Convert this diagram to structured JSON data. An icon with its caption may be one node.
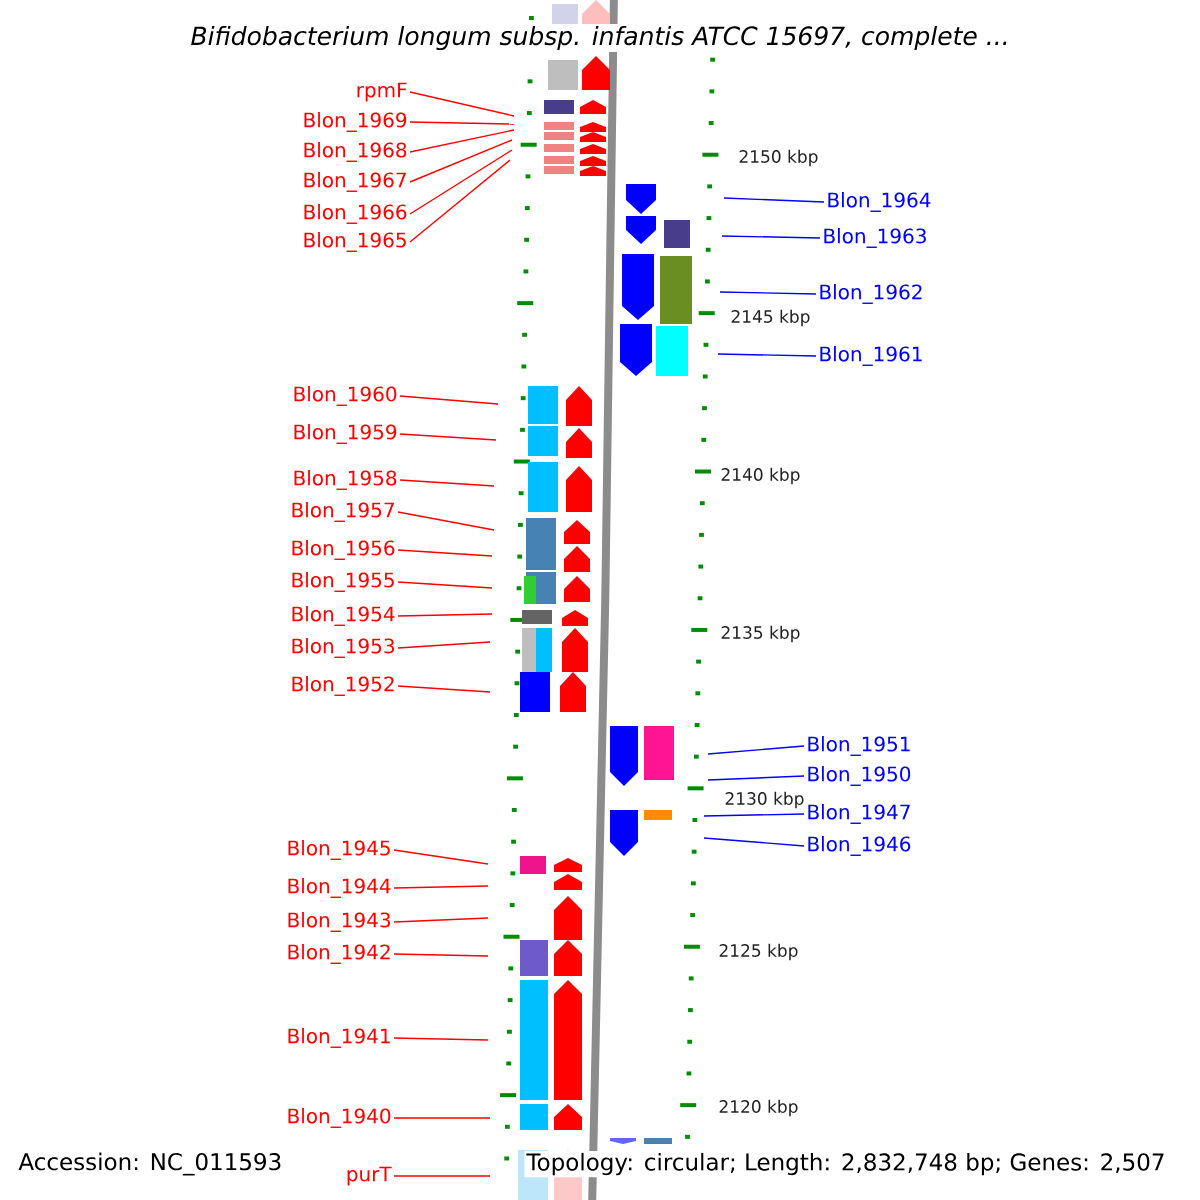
{
  "diagram": {
    "title": "Bifidobacterium longum subsp. infantis ATCC 15697, complete ...",
    "nodes": [
      {
        "text": [
          "rpmF"
        ]
      },
      {
        "text": [
          "Blon_1969"
        ]
      },
      {
        "text": [
          "Blon_1968"
        ]
      },
      {
        "text": [
          "Blon_1967"
        ]
      },
      {
        "text": [
          "Blon_1966"
        ]
      },
      {
        "text": [
          "Blon_1965"
        ]
      },
      {
        "text": [
          "Blon_1960"
        ]
      },
      {
        "text": [
          "Blon_1959"
        ]
      },
      {
        "text": [
          "Blon_1958"
        ]
      },
      {
        "text": [
          "Blon_1957"
        ]
      },
      {
        "text": [
          "Blon_1956"
        ]
      },
      {
        "text": [
          "Blon_1955"
        ]
      },
      {
        "text": [
          "Blon_1954"
        ]
      },
      {
        "text": [
          "Blon_1953"
        ]
      },
      {
        "text": [
          "Blon_1952"
        ]
      },
      {
        "text": [
          "Blon_1945"
        ]
      },
      {
        "text": [
          "Blon_1944"
        ]
      },
      {
        "text": [
          "Blon_1943"
        ]
      },
      {
        "text": [
          "Blon_1942"
        ]
      },
      {
        "text": [
          "Blon_1941"
        ]
      },
      {
        "text": [
          "Blon_1940"
        ]
      },
      {
        "text": [
          "purT"
        ]
      },
      {
        "text": [
          "Blon_1964"
        ]
      },
      {
        "text": [
          "Blon_1963"
        ]
      },
      {
        "text": [
          "Blon_1962"
        ]
      },
      {
        "text": [
          "Blon_1961"
        ]
      },
      {
        "text": [
          "Blon_1951"
        ]
      },
      {
        "text": [
          "Blon_1950"
        ]
      },
      {
        "text": [
          "Blon_1947"
        ]
      },
      {
        "text": [
          "Blon_1946"
        ]
      }
    ],
    "edges": [
      {
        "from": 0,
        "to": null,
        "arrow": "none"
      },
      {
        "from": 1,
        "to": null,
        "arrow": "none"
      },
      {
        "from": 2,
        "to": null,
        "arrow": "none"
      },
      {
        "from": 3,
        "to": null,
        "arrow": "none"
      },
      {
        "from": 4,
        "to": null,
        "arrow": "none"
      },
      {
        "from": 5,
        "to": null,
        "arrow": "none"
      },
      {
        "from": 6,
        "to": null,
        "arrow": "none"
      },
      {
        "from": 7,
        "to": null,
        "arrow": "none"
      },
      {
        "from": 8,
        "to": null,
        "arrow": "none"
      },
      {
        "from": 9,
        "to": null,
        "arrow": "none"
      },
      {
        "from": 10,
        "to": null,
        "arrow": "none"
      },
      {
        "from": 11,
        "to": null,
        "arrow": "none"
      },
      {
        "from": 12,
        "to": null,
        "arrow": "none"
      },
      {
        "from": 13,
        "to": null,
        "arrow": "none"
      },
      {
        "from": 14,
        "to": null,
        "arrow": "none"
      },
      {
        "from": 15,
        "to": null,
        "arrow": "none"
      },
      {
        "from": 16,
        "to": null,
        "arrow": "none"
      },
      {
        "from": 17,
        "to": null,
        "arrow": "none"
      },
      {
        "from": 18,
        "to": null,
        "arrow": "none"
      },
      {
        "from": 19,
        "to": null,
        "arrow": "none"
      },
      {
        "from": 20,
        "to": null,
        "arrow": "none"
      },
      {
        "from": 21,
        "to": null,
        "arrow": "none"
      },
      {
        "from": 22,
        "to": null,
        "arrow": "none",
        "color": "#0000ff"
      },
      {
        "from": 23,
        "to": null,
        "arrow": "none",
        "color": "#0000ff"
      },
      {
        "from": 24,
        "to": null,
        "arrow": "none",
        "color": "#0000ff"
      },
      {
        "from": 25,
        "to": null,
        "arrow": "none",
        "color": "#0000ff"
      },
      {
        "from": 26,
        "to": null,
        "arrow": "none",
        "color": "#0000ff"
      },
      {
        "from": 27,
        "to": null,
        "arrow": "none",
        "color": "#0000ff"
      },
      {
        "from": 28,
        "to": null,
        "arrow": "none",
        "color": "#0000ff"
      },
      {
        "from": 29,
        "to": null,
        "arrow": "none",
        "color": "#0000ff"
      }
    ],
    "labels": [
      "2150 kbp",
      "2145 kbp",
      "2140 kbp",
      "2135 kbp",
      "2130 kbp",
      "2125 kbp",
      "2120 kbp",
      "Accession: NC_011593",
      "Topology: circular; Length: 2,832,748 bp; Genes: 2,507"
    ]
  }
}
